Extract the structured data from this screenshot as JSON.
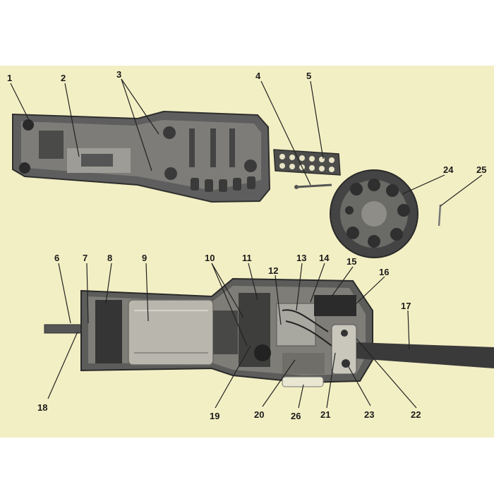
{
  "labels": {
    "l1": "1",
    "l2": "2",
    "l3": "3",
    "l4": "4",
    "l5": "5",
    "l6": "6",
    "l7": "7",
    "l8": "8",
    "l9": "9",
    "l10": "10",
    "l11": "11",
    "l12": "12",
    "l13": "13",
    "l14": "14",
    "l15": "15",
    "l16": "16",
    "l17": "17",
    "l18": "18",
    "l19": "19",
    "l20": "20",
    "l21": "21",
    "l22": "22",
    "l23": "23",
    "l24": "24",
    "l25": "25",
    "l26": "26"
  },
  "colors": {
    "panel": "#f3efc4",
    "page": "#ffffff",
    "housing": "#5e5e5e",
    "housing_dark": "#2e2e2e",
    "inner": "#8a8a86",
    "motor": "#b9b7ad",
    "cable": "#3a3a3a",
    "leader": "#222222"
  }
}
